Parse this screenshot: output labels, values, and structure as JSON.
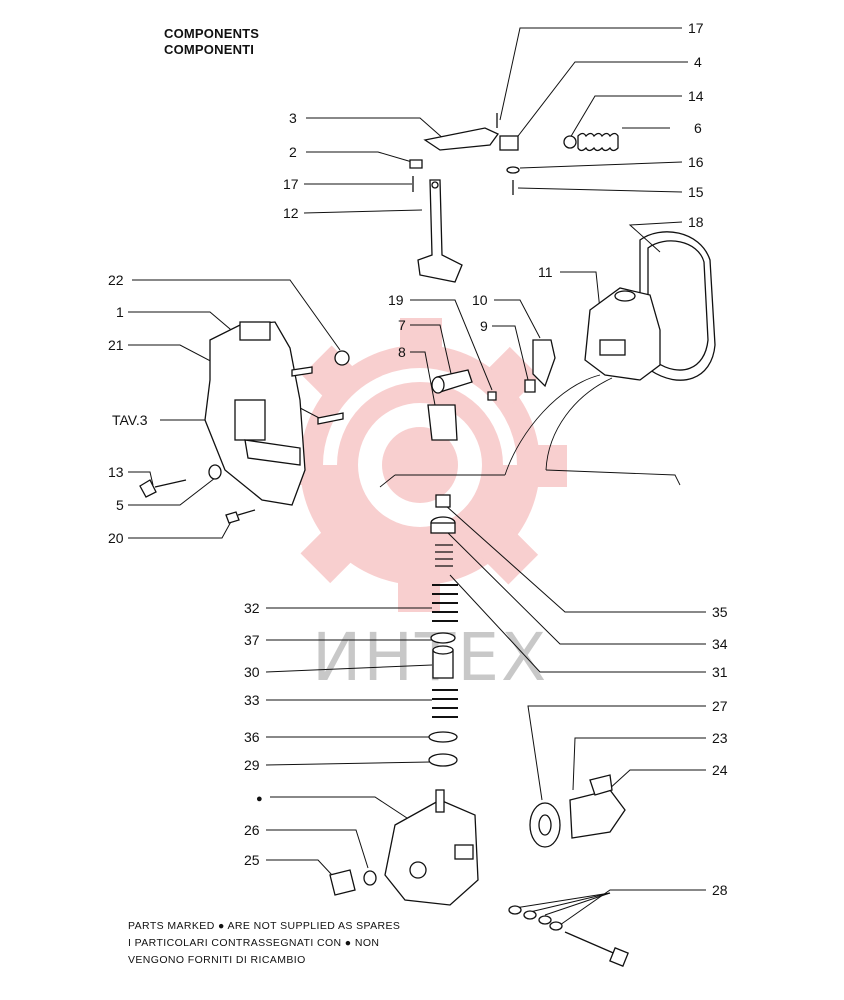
{
  "title": {
    "line1": "COMPONENTS",
    "line2": "COMPONENTI"
  },
  "labels": [
    {
      "id": "17a",
      "text": "17"
    },
    {
      "id": "4",
      "text": "4"
    },
    {
      "id": "3",
      "text": "3"
    },
    {
      "id": "14",
      "text": "14"
    },
    {
      "id": "6",
      "text": "6"
    },
    {
      "id": "2",
      "text": "2"
    },
    {
      "id": "16",
      "text": "16"
    },
    {
      "id": "17b",
      "text": "17"
    },
    {
      "id": "15",
      "text": "15"
    },
    {
      "id": "12",
      "text": "12"
    },
    {
      "id": "18",
      "text": "18"
    },
    {
      "id": "22",
      "text": "22"
    },
    {
      "id": "11",
      "text": "11"
    },
    {
      "id": "19",
      "text": "19"
    },
    {
      "id": "10",
      "text": "10"
    },
    {
      "id": "1",
      "text": "1"
    },
    {
      "id": "7",
      "text": "7"
    },
    {
      "id": "9",
      "text": "9"
    },
    {
      "id": "21",
      "text": "21"
    },
    {
      "id": "8",
      "text": "8"
    },
    {
      "id": "tav3",
      "text": "TAV.3"
    },
    {
      "id": "13",
      "text": "13"
    },
    {
      "id": "5",
      "text": "5"
    },
    {
      "id": "20",
      "text": "20"
    },
    {
      "id": "32",
      "text": "32"
    },
    {
      "id": "35",
      "text": "35"
    },
    {
      "id": "34",
      "text": "34"
    },
    {
      "id": "37",
      "text": "37"
    },
    {
      "id": "31",
      "text": "31"
    },
    {
      "id": "30",
      "text": "30"
    },
    {
      "id": "33",
      "text": "33"
    },
    {
      "id": "27",
      "text": "27"
    },
    {
      "id": "36",
      "text": "36"
    },
    {
      "id": "23",
      "text": "23"
    },
    {
      "id": "29",
      "text": "29"
    },
    {
      "id": "24",
      "text": "24"
    },
    {
      "id": "dot",
      "text": "●"
    },
    {
      "id": "26",
      "text": "26"
    },
    {
      "id": "25",
      "text": "25"
    },
    {
      "id": "28",
      "text": "28"
    }
  ],
  "footnote": {
    "line1": "PARTS MARKED ● ARE NOT SUPPLIED AS SPARES",
    "line2": "I PARTICOLARI CONTRASSEGNATI CON ● NON",
    "line3": "VENGONO FORNITI DI RICAMBIO"
  },
  "watermark": {
    "text": "ИНТЕХ",
    "color": "#f2b7b7"
  }
}
